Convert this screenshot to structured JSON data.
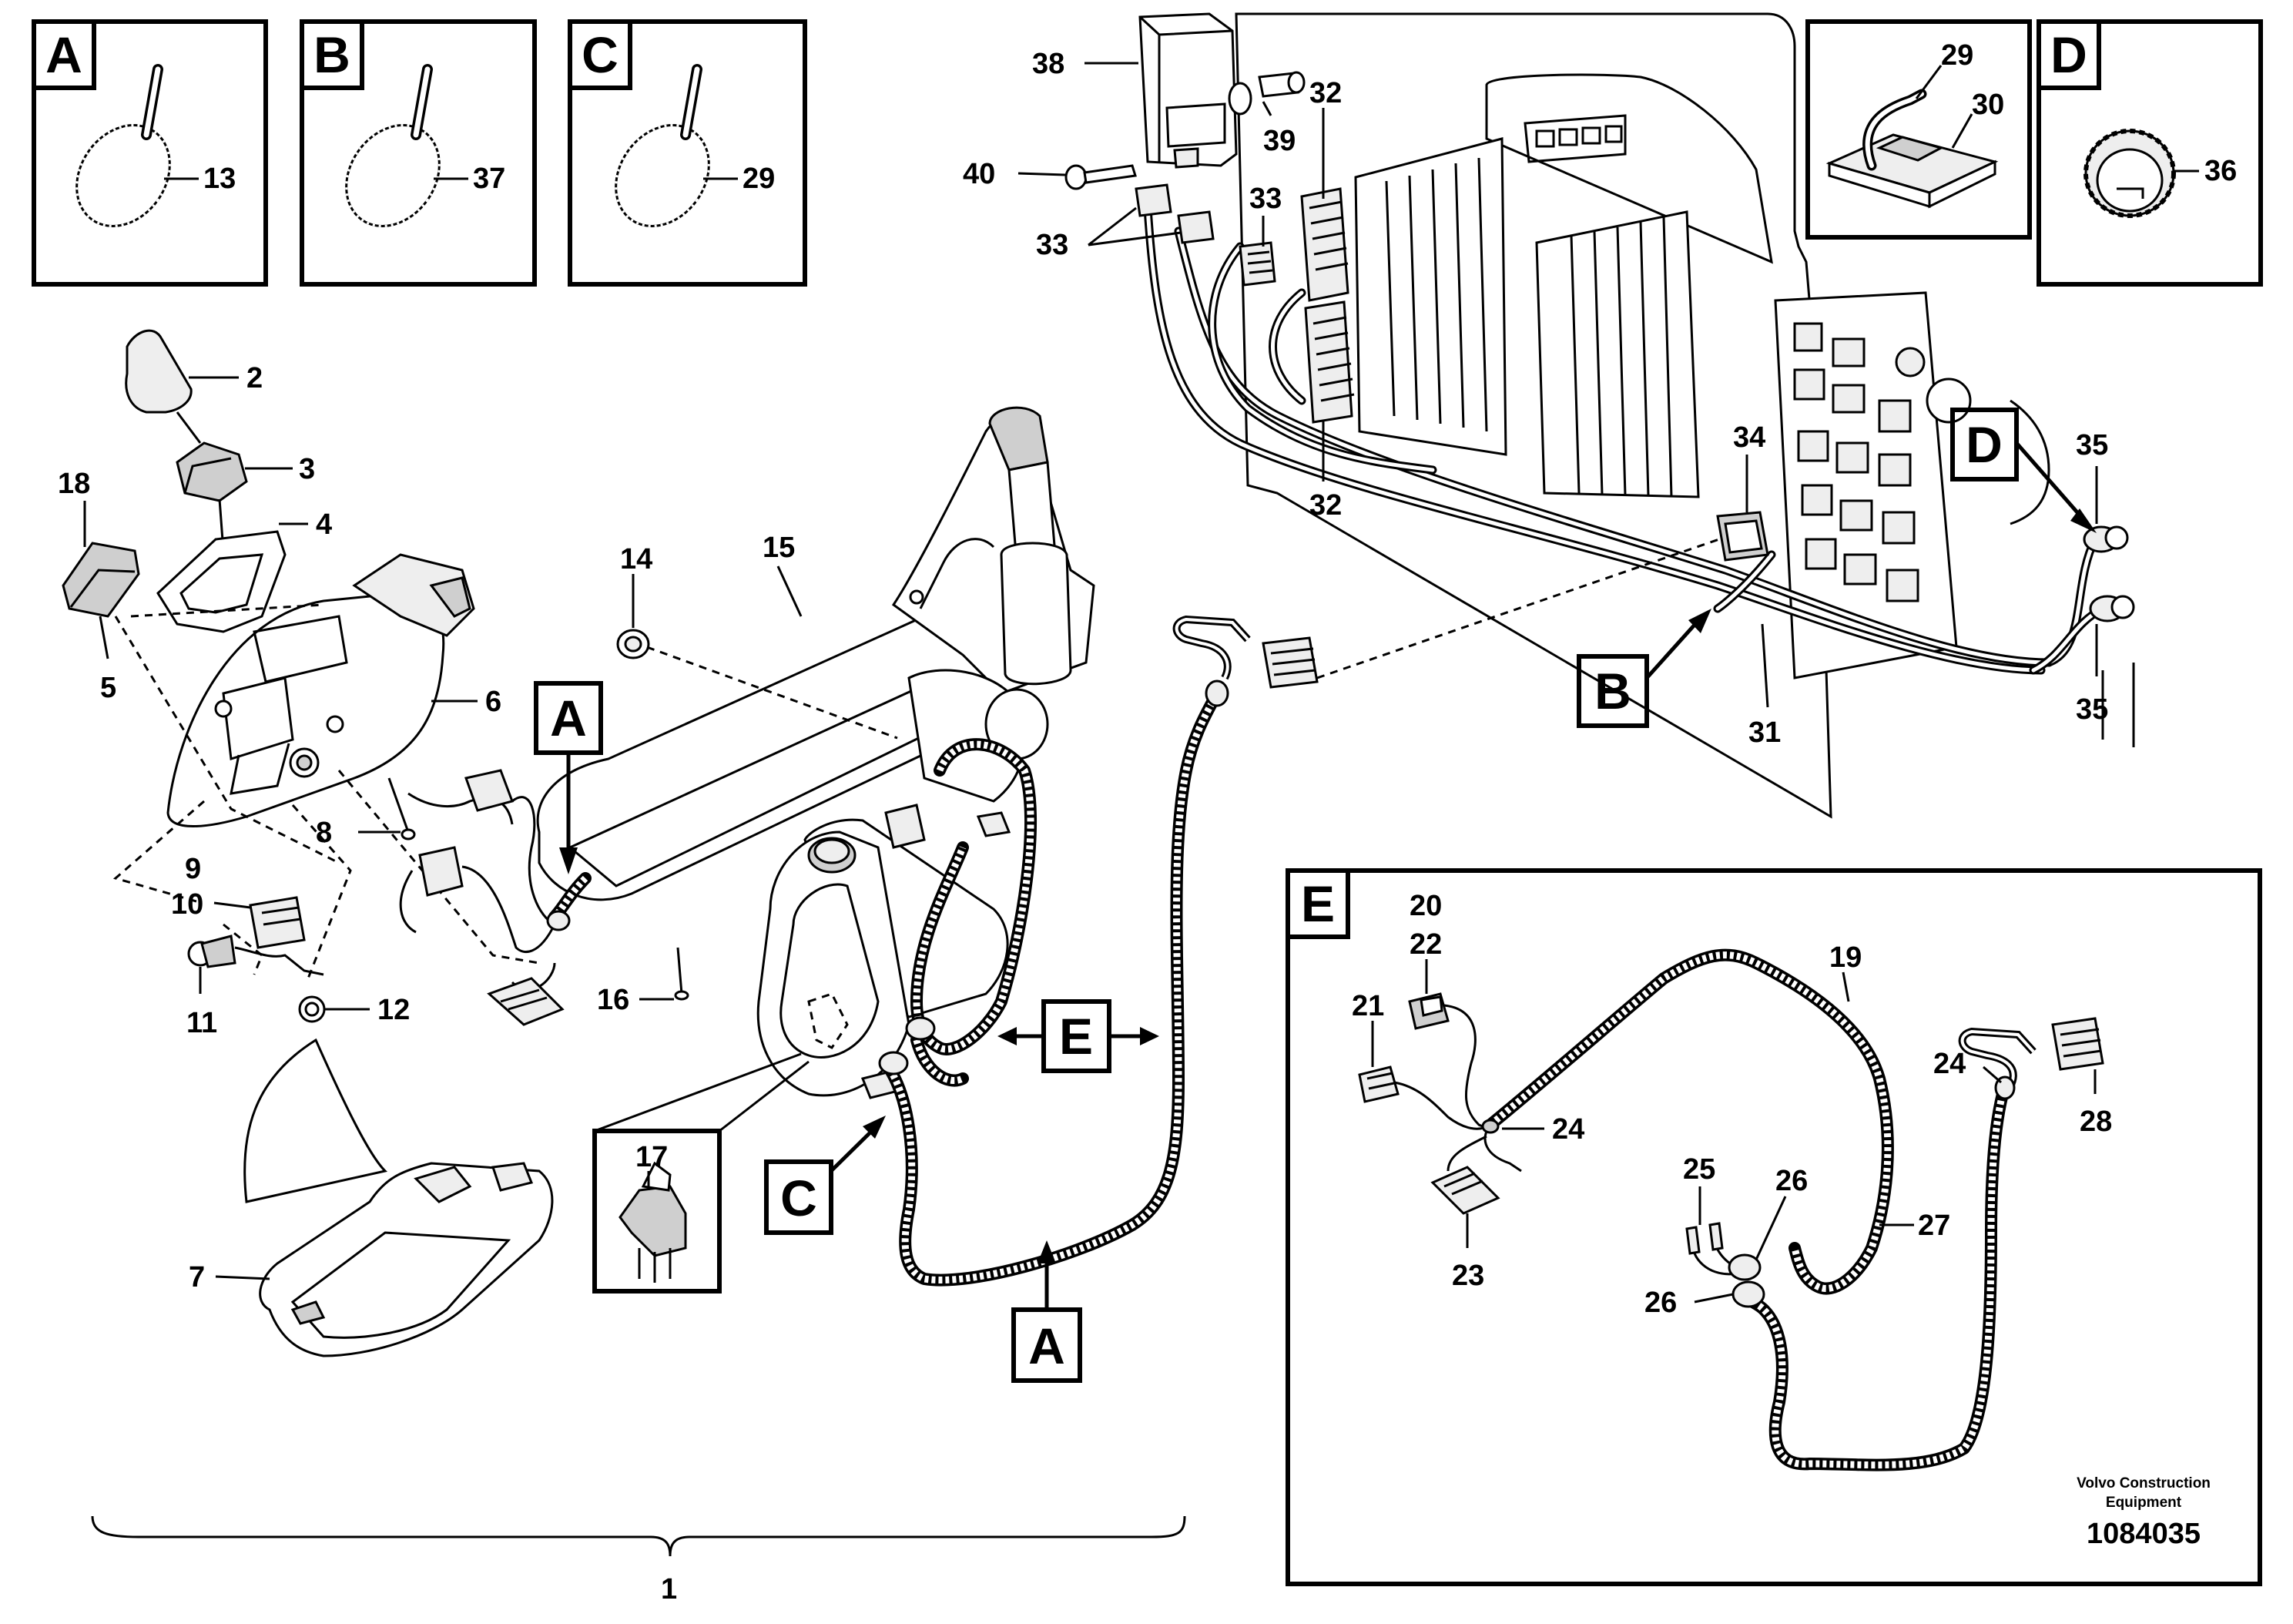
{
  "detail_boxes": {
    "A": {
      "letter": "A",
      "part": "13"
    },
    "B": {
      "letter": "B",
      "part": "37"
    },
    "C": {
      "letter": "C",
      "part": "29"
    },
    "clip": {
      "part_clip": "29",
      "part_base": "30"
    },
    "D": {
      "letter": "D",
      "part": "36"
    },
    "E": {
      "letter": "E"
    }
  },
  "ref_letters": {
    "a_top": "A",
    "a_bottom": "A",
    "b": "B",
    "c": "C",
    "d": "D",
    "e": "E"
  },
  "callouts": {
    "n1": "1",
    "n2": "2",
    "n3": "3",
    "n4": "4",
    "n5": "5",
    "n6": "6",
    "n7": "7",
    "n8": "8",
    "n9": "9",
    "n10": "10",
    "n11": "11",
    "n12": "12",
    "n14": "14",
    "n15": "15",
    "n16": "16",
    "n17": "17",
    "n18": "18",
    "n19": "19",
    "n20": "20",
    "n21": "21",
    "n22": "22",
    "n23": "23",
    "n24a": "24",
    "n24b": "24",
    "n25": "25",
    "n26a": "26",
    "n26b": "26",
    "n27": "27",
    "n28": "28",
    "n31": "31",
    "n32a": "32",
    "n32b": "32",
    "n33a": "33",
    "n33b": "33",
    "n34": "34",
    "n35a": "35",
    "n35b": "35",
    "n38": "38",
    "n39": "39",
    "n40": "40"
  },
  "brand": {
    "line1": "Volvo Construction",
    "line2": "Equipment"
  },
  "figure_number": "1084035"
}
